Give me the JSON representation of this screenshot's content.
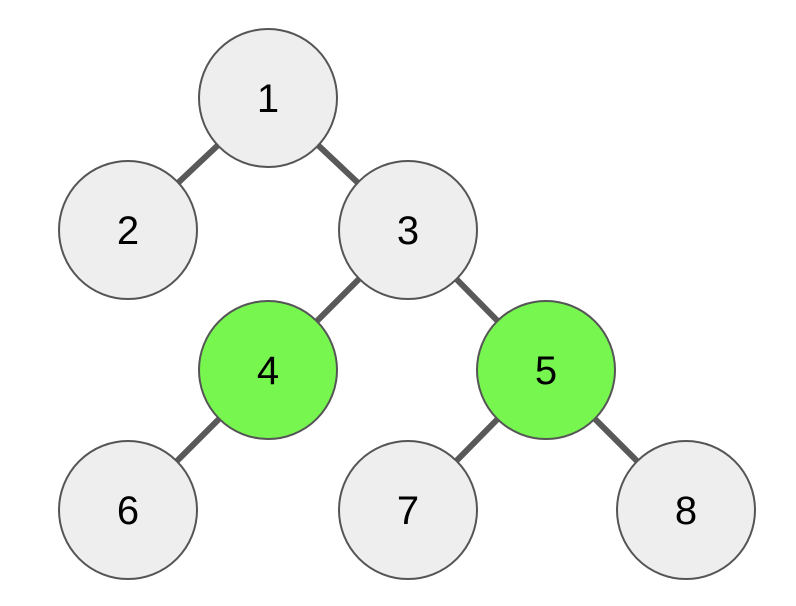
{
  "diagram": {
    "colors": {
      "default_fill": "#eeeeee",
      "highlight_fill": "#77f650",
      "stroke": "#555555",
      "edge": "#595959"
    },
    "nodes": [
      {
        "id": "n1",
        "label": "1",
        "highlighted": false
      },
      {
        "id": "n2",
        "label": "2",
        "highlighted": false
      },
      {
        "id": "n3",
        "label": "3",
        "highlighted": false
      },
      {
        "id": "n4",
        "label": "4",
        "highlighted": true
      },
      {
        "id": "n5",
        "label": "5",
        "highlighted": true
      },
      {
        "id": "n6",
        "label": "6",
        "highlighted": false
      },
      {
        "id": "n7",
        "label": "7",
        "highlighted": false
      },
      {
        "id": "n8",
        "label": "8",
        "highlighted": false
      }
    ],
    "edges": [
      {
        "from": "n1",
        "to": "n2"
      },
      {
        "from": "n1",
        "to": "n3"
      },
      {
        "from": "n3",
        "to": "n4"
      },
      {
        "from": "n3",
        "to": "n5"
      },
      {
        "from": "n4",
        "to": "n6"
      },
      {
        "from": "n5",
        "to": "n7"
      },
      {
        "from": "n5",
        "to": "n8"
      }
    ]
  }
}
